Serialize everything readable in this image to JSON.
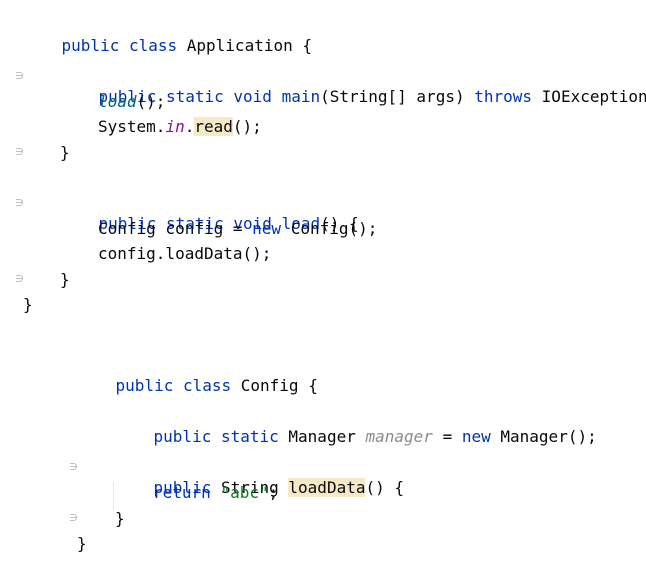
{
  "app_class": {
    "header_kw": "public class",
    "header_name": "Application",
    "header_brace": "{",
    "main_sig": {
      "mods": "public static void",
      "name": "main",
      "params_open": "(String[] args)",
      "throws_kw": "throws",
      "exception": "IOException",
      "brace": "{"
    },
    "main_body": {
      "load_call": "load",
      "load_call_tail": "();",
      "sys_prefix": "System.",
      "sys_in": "in",
      "sys_dot": ".",
      "sys_read": "read",
      "sys_tail": "();"
    },
    "close_brace_1": "}",
    "load_sig": {
      "mods": "public static void",
      "name": "load",
      "tail": "() {"
    },
    "load_body": {
      "line1_type": "Config config =",
      "line1_new": "new",
      "line1_tail": "Config();",
      "line2": "config.loadData();"
    },
    "close_brace_2": "}",
    "close_class": "}"
  },
  "config_class": {
    "header_kw": "public class",
    "header_name": "Config",
    "header_brace": "{",
    "field": {
      "mods": "public static",
      "type": "Manager",
      "name": "manager",
      "eq": "=",
      "new_kw": "new",
      "tail": "Manager();"
    },
    "method": {
      "mods": "public",
      "type": "String",
      "name": "loadData",
      "tail": "() {"
    },
    "return_kw": "return",
    "return_val": "\"abc\"",
    "return_tail": ";",
    "close_brace_1": "}",
    "close_class": "}"
  },
  "fold_marker": "∋"
}
